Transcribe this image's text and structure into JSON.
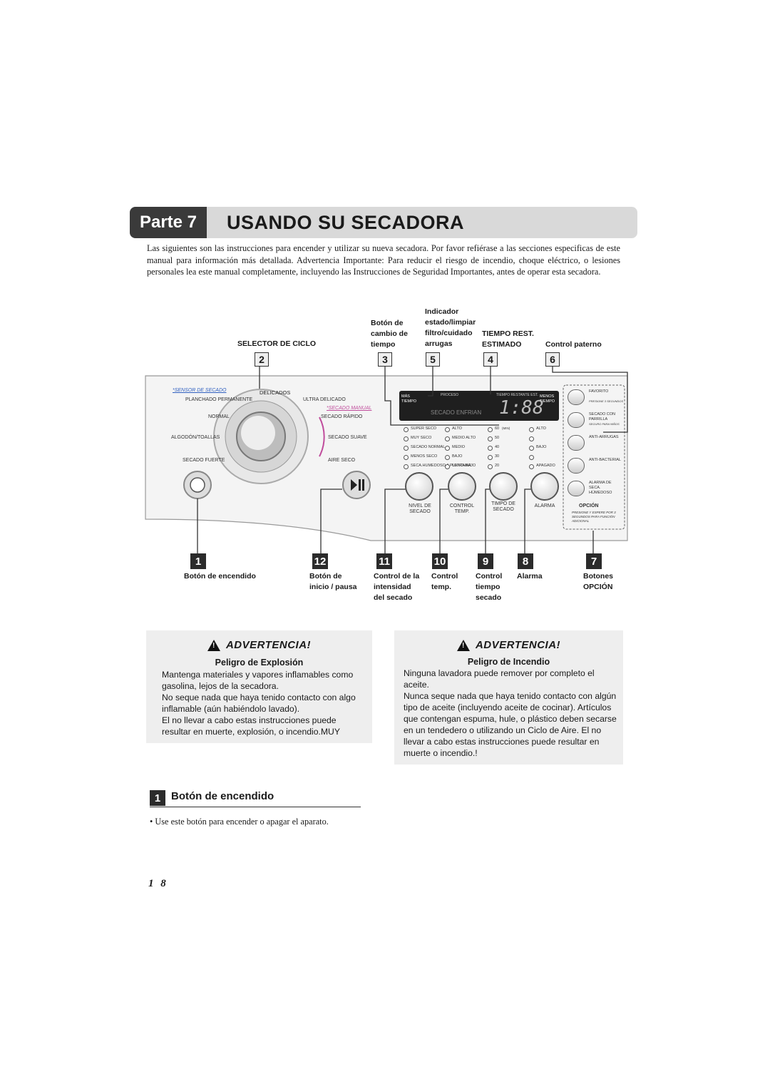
{
  "header": {
    "part_label": "Parte 7",
    "title": "USANDO SU SECADORA"
  },
  "intro": "Las siguientes son las instrucciones para encender y utilizar su nueva secadora. Por favor refiérase a las secciones especificas de este manual para información más detallada. Advertencia Importante: Para reducir el riesgo de incendio, choque eléctrico, o lesiones personales lea este manual completamente, incluyendo las Instrucciones de Seguridad Importantes, antes de operar esta secadora.",
  "top_labels": {
    "selector": "SELECTOR DE CICLO",
    "boton_tiempo": [
      "Botón de",
      "cambio de",
      "tiempo"
    ],
    "indicador": [
      "Indicador",
      "estado/limpiar",
      "filtro/cuidado",
      "arrugas"
    ],
    "tiempo_rest": [
      "TIEMPO REST.",
      "ESTIMADO"
    ],
    "control_paterno": "Control paterno"
  },
  "top_numbers": [
    "2",
    "3",
    "5",
    "4",
    "6"
  ],
  "panel": {
    "dial_labels": {
      "sensor": "*SENSOR DE SECADO",
      "delicados": "DELICADOS",
      "planchado": "PLANCHADO PERMANENTE",
      "ultra": "ULTRA DELICADO",
      "manual": "*SECADO MANUAL",
      "normal": "NORMAL",
      "rapido": "SECADO RÁPIDO",
      "algodon": "ALGODÓN/TOALLAS",
      "suave": "SECADO SUAVE",
      "fuerte": "SECADO FUERTE",
      "aire": "AIRE SECO"
    },
    "display": {
      "mas": "MÁS TIEMPO",
      "menos": "MENOS TIEMPO",
      "proceso": "PROCESO",
      "tiempo_label": "TIEMPO RESTANTE EST.",
      "digits": "1:88",
      "icon_words": "SECADO ENFRIAN"
    },
    "grid": [
      [
        "SUPER SECO",
        "ALTO",
        "60",
        "ALTO"
      ],
      [
        "MUY SECO",
        "MEDIO ALTO",
        "50",
        ""
      ],
      [
        "SECADO NORMAL",
        "MEDIO",
        "40",
        "BAJO"
      ],
      [
        "MENOS SECO",
        "BAJO",
        "30",
        ""
      ],
      [
        "SECA.HUMEDOSO A PLANCHAR",
        "ULTRA BAJO",
        "20",
        "APAGADO"
      ]
    ],
    "min_label": "(MIN)",
    "knob_labels": [
      "NIVEL DE SECADO",
      "CONTROL TEMP.",
      "TIMPO DE SECADO",
      "ALARMA"
    ],
    "options": [
      {
        "label": "FAVORITO",
        "sub": "PRESIONE 3 SEGUNDOS"
      },
      {
        "label": "SECADO CON PARRILLA",
        "sub": "SEGURO PARA NIÑOS"
      },
      {
        "label": "ANTI-ARRUGAS",
        "sub": ""
      },
      {
        "label": "ANTI-BACTERIAL",
        "sub": ""
      },
      {
        "label": "ALARMA DE SECA. HÚMEDOSO",
        "sub": ""
      }
    ],
    "opcion": "OPCIÓN",
    "opcion_note": "PRESIONE Y ESPERE POR 3 SEGUNDOS PARA FUNCIÓN ADICIONAL"
  },
  "bottom_numbers": [
    "1",
    "12",
    "11",
    "10",
    "9",
    "8",
    "7"
  ],
  "bottom_labels": {
    "encendido": "Botón de encendido",
    "inicio": [
      "Botón de",
      "inicio / pausa"
    ],
    "intensidad": [
      "Control de la",
      "intensidad",
      "del secado"
    ],
    "temp": [
      "Control",
      "temp."
    ],
    "tiempo": [
      "Control",
      "tiempo",
      "secado"
    ],
    "alarma": "Alarma",
    "opcion": [
      "Botones",
      "OPCIÓN"
    ]
  },
  "warning1": {
    "title": "ADVERTENCIA!",
    "subtitle": "Peligro de Explosión",
    "paragraphs": [
      "Mantenga materiales y vapores inflamables como gasolina, lejos de la secadora.",
      "No seque nada que haya tenido contacto con algo inflamable (aún habiéndolo lavado).",
      "El no llevar a cabo estas instrucciones puede resultar en muerte, explosión, o incendio.MUY"
    ]
  },
  "warning2": {
    "title": "ADVERTENCIA!",
    "subtitle": "Peligro de Incendio",
    "paragraphs": [
      "Ninguna lavadora puede remover por completo el aceite.",
      "Nunca seque nada que haya tenido contacto con algún tipo de aceite (incluyendo aceite de cocinar). Artículos que contengan espuma, hule, o plástico deben secarse en un tendedero o utilizando un Ciclo de Aire. El no llevar a cabo estas instrucciones puede resultar en muerte o incendio.!"
    ]
  },
  "section": {
    "number": "1",
    "title": "Botón de encendido",
    "bullet": "• Use este botón para encender o apagar el aparato."
  },
  "page_number": "1 8"
}
